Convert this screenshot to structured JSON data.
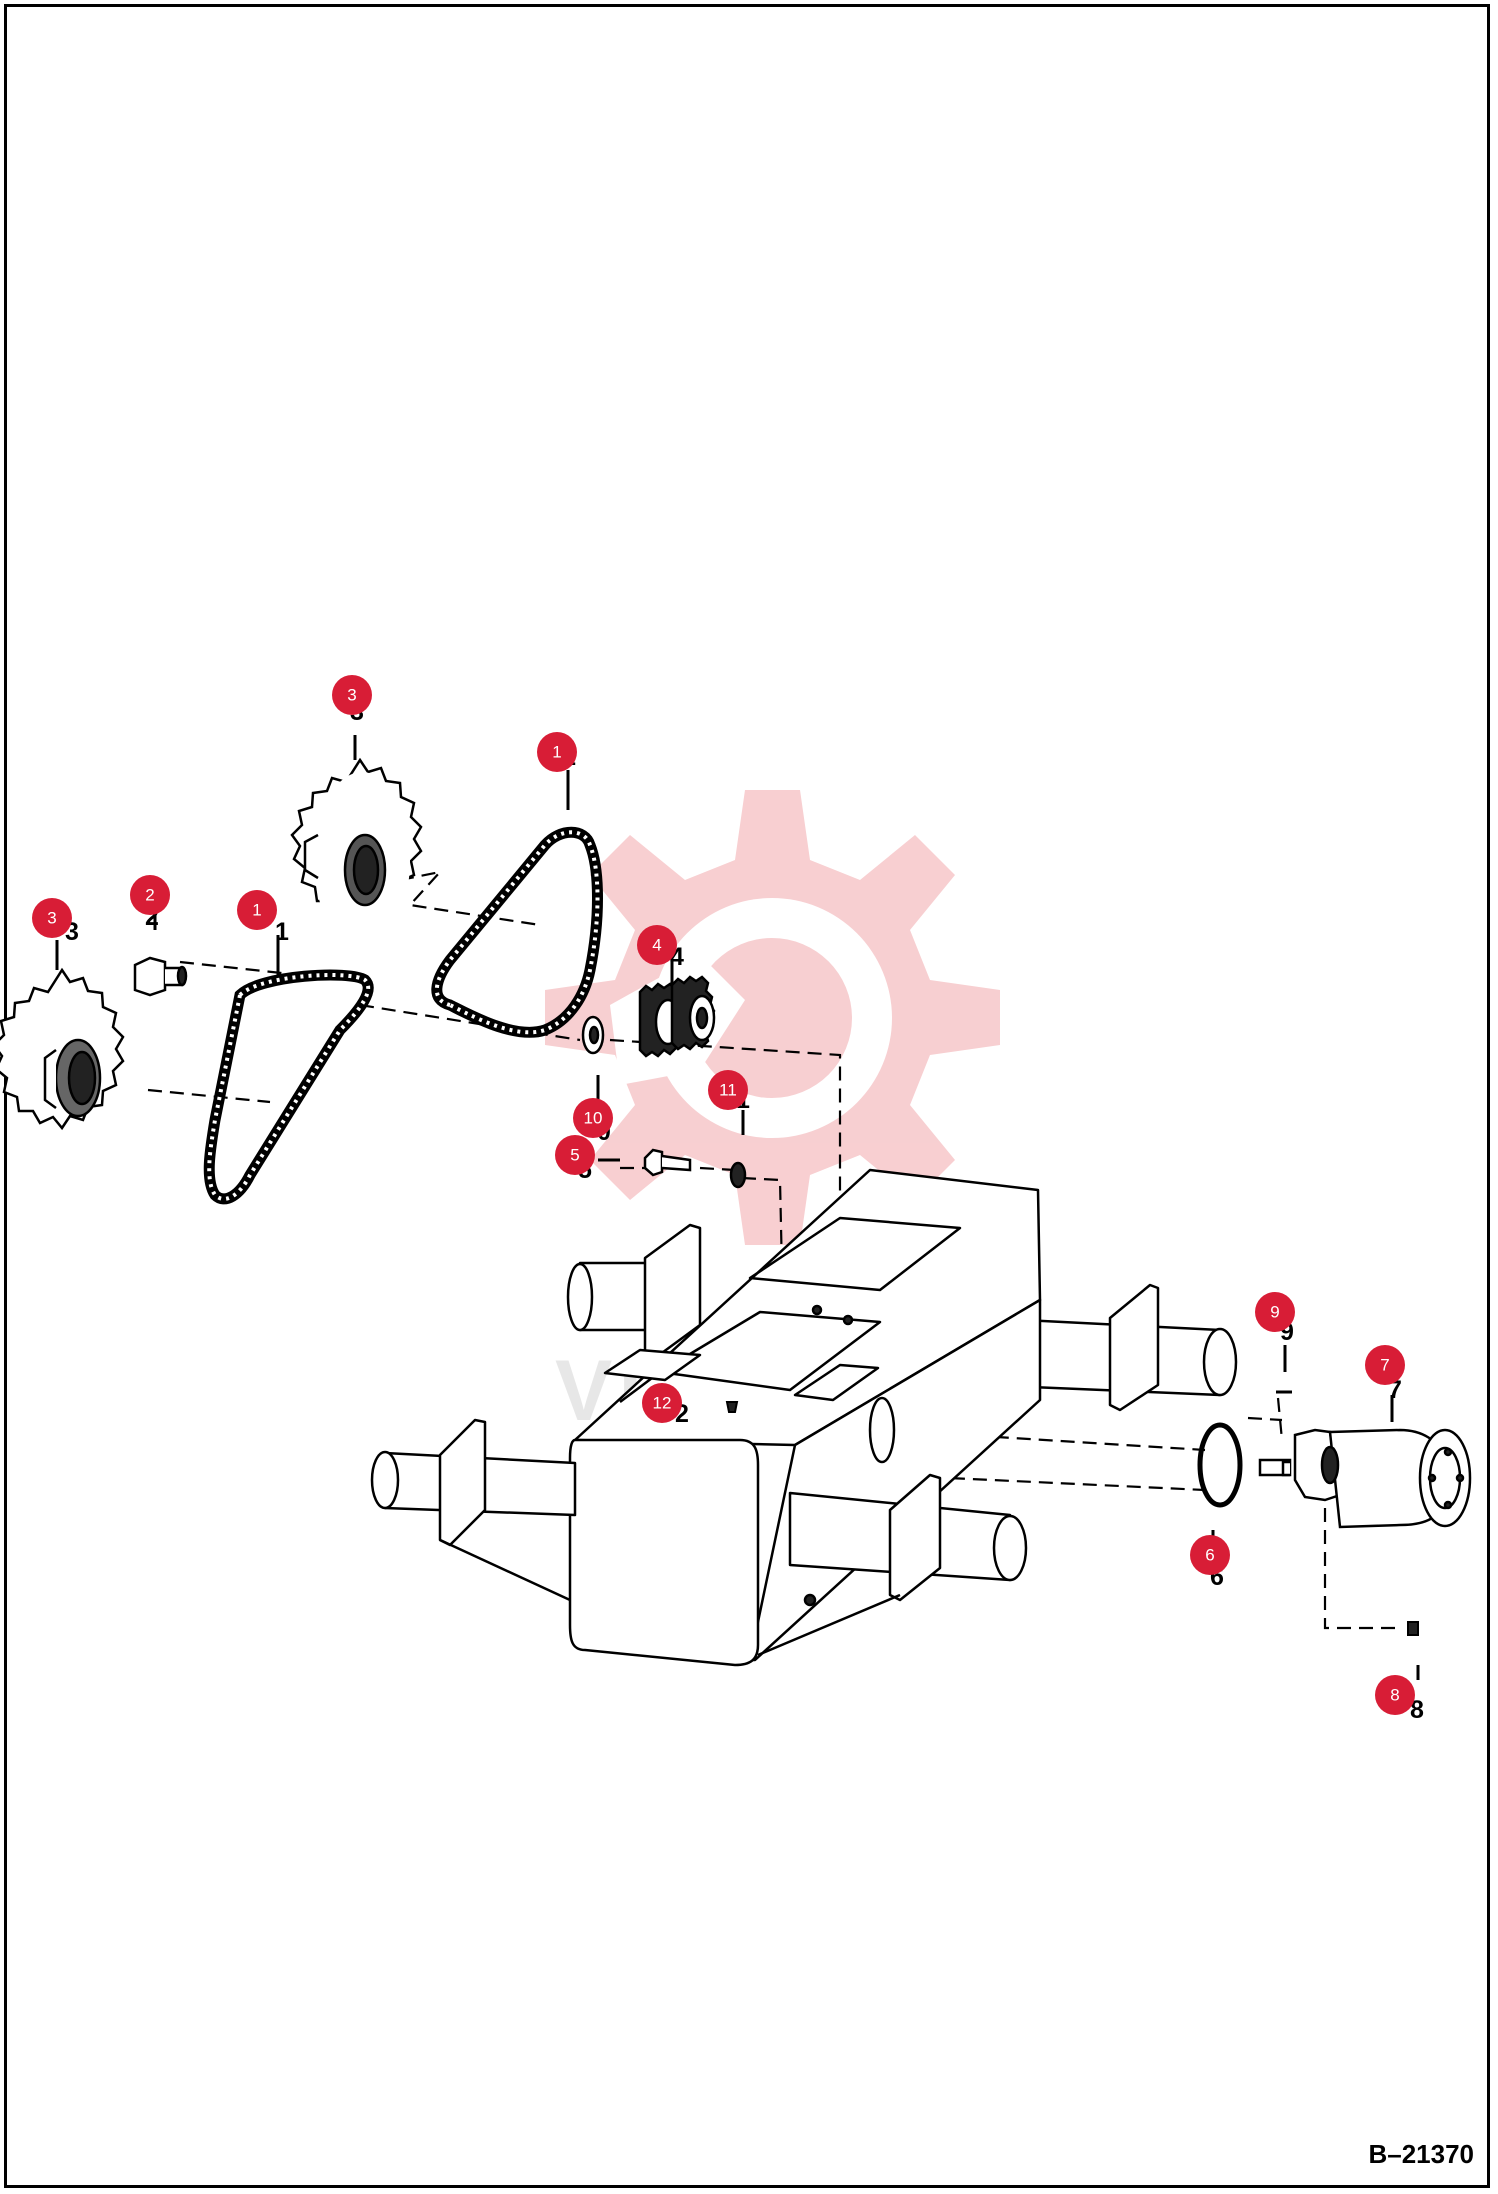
{
  "diagram": {
    "drawing_number": "B–21370",
    "watermark_text": "VERTEX",
    "colors": {
      "callout": "#d81d36",
      "line": "#000000",
      "watermark_gear": "#f2a8ac"
    },
    "callouts": [
      {
        "id": "c3a",
        "label": "3"
      },
      {
        "id": "c1a",
        "label": "1"
      },
      {
        "id": "c3b",
        "label": "3"
      },
      {
        "id": "c2",
        "label": "2"
      },
      {
        "id": "c1b",
        "label": "1"
      },
      {
        "id": "c4",
        "label": "4"
      },
      {
        "id": "c11",
        "label": "11"
      },
      {
        "id": "c10",
        "label": "10"
      },
      {
        "id": "c5",
        "label": "5"
      },
      {
        "id": "c9",
        "label": "9"
      },
      {
        "id": "c7",
        "label": "7"
      },
      {
        "id": "c12",
        "label": "12"
      },
      {
        "id": "c6",
        "label": "6"
      },
      {
        "id": "c8",
        "label": "8"
      }
    ]
  }
}
